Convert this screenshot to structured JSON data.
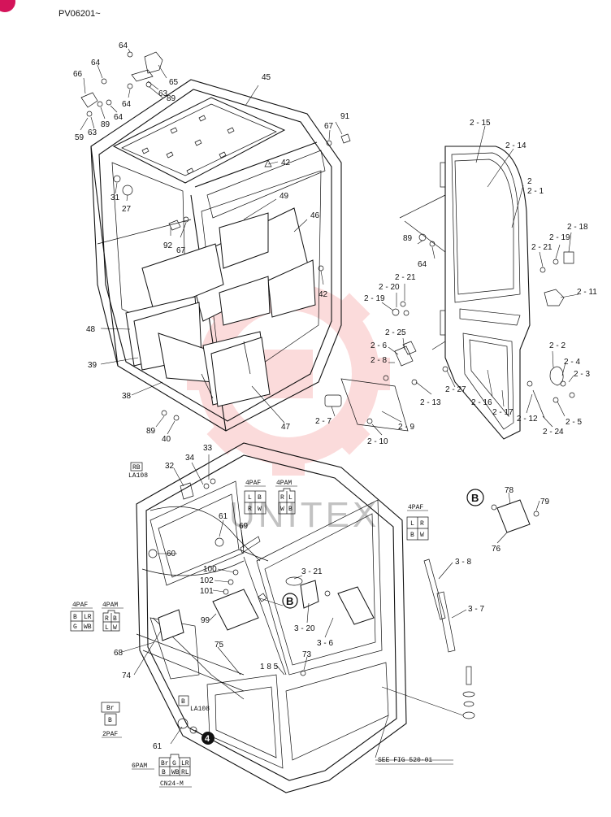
{
  "header": {
    "code": "PV06201~"
  },
  "watermark": {
    "text": "UNITEX",
    "color": "#f06060"
  },
  "corner_badge": {
    "color": "#d4145a"
  },
  "upper_labels": {
    "l64a": "64",
    "l64b": "64",
    "l64c": "64",
    "l64d": "64",
    "l65": "65",
    "l66": "66",
    "l63a": "63",
    "l63b": "63",
    "l89a": "89",
    "l89b": "89",
    "l59": "59",
    "l45": "45",
    "l91": "91",
    "l67a": "67",
    "l67b": "67",
    "l42a": "42",
    "l42b": "42",
    "l31": "31",
    "l27": "27",
    "l49": "49",
    "l46": "46",
    "l92": "92",
    "l48": "48",
    "l39": "39",
    "l38": "38",
    "l47": "47",
    "l89c": "89",
    "l40": "40"
  },
  "door_labels": {
    "d215": "2 - 15",
    "d214": "2 - 14",
    "d2": "2",
    "d21": "2 - 1",
    "d218": "2 - 18",
    "d219a": "2 - 19",
    "d221a": "2 - 21",
    "d211": "2 - 11",
    "d89": "89",
    "d64": "64",
    "d220": "2 - 20",
    "d221b": "2 - 21",
    "d219b": "2 - 19",
    "d225": "2 - 25",
    "d26": "2 - 6",
    "d28": "2 - 8",
    "d22": "2 - 2",
    "d24": "2 - 4",
    "d23": "2 - 3",
    "d213": "2 - 13",
    "d227": "2 - 27",
    "d216": "2 - 16",
    "d217": "2 - 17",
    "d212": "2 - 12",
    "d25": "2 - 5",
    "d224": "2 - 24",
    "d27": "2 - 7",
    "d29": "2 - 9",
    "d210": "2 - 10"
  },
  "lower_labels": {
    "l33": "33",
    "l34": "34",
    "l32": "32",
    "l61a": "61",
    "l69": "69",
    "l60": "60",
    "l100": "100",
    "l102": "102",
    "l101": "101",
    "l99": "99",
    "l68": "68",
    "l74": "74",
    "l75": "75",
    "l185": "1 8 5",
    "l73": "73",
    "l321": "3 - 21",
    "l320": "3 - 20",
    "l36": "3 - 6",
    "l38": "3 - 8",
    "l37": "3 - 7",
    "l78": "78",
    "l79": "79",
    "l76": "76",
    "l61b": "61",
    "circle_b1": "B",
    "circle_b2": "B",
    "circle_4": "4"
  },
  "connectors": {
    "c_4paf_a": {
      "title": "4PAF",
      "cells": [
        "L",
        "B",
        "R",
        "W"
      ]
    },
    "c_4pam_a": {
      "title": "4PAM",
      "cells": [
        "R",
        "L",
        "W",
        "B"
      ]
    },
    "c_4paf_b": {
      "title": "4PAF",
      "cells": [
        "L",
        "R",
        "B",
        "W"
      ]
    },
    "c_4paf_c": {
      "title": "4PAF",
      "cells": [
        "B",
        "LR",
        "G",
        "WB"
      ]
    },
    "c_4pam_c": {
      "title": "4PAM",
      "cells": [
        "R",
        "B",
        "L",
        "W"
      ]
    },
    "c_la108a": {
      "title": "RB",
      "sub": "LA108"
    },
    "c_la108b": {
      "title": "B",
      "sub": "LA108"
    },
    "c_2paf": {
      "title": "Br",
      "cells": [
        "B"
      ],
      "name": "2PAF"
    },
    "c_6pam": {
      "title": "6PAM",
      "cells": [
        "Br",
        "G",
        "LR",
        "B",
        "WB",
        "RL"
      ],
      "name": "CN24-M"
    }
  },
  "footer_ref": {
    "text": "SEE FIG 520-01"
  }
}
